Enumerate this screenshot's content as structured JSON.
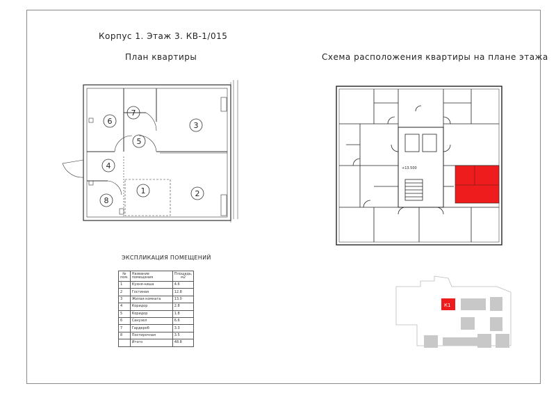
{
  "header": {
    "building": "Корпус 1. Этаж 3. КВ-1/015",
    "plan_title": "План квартиры",
    "scheme_title": "Схема расположения квартиры на плане этажа"
  },
  "rooms": [
    {
      "num": "1"
    },
    {
      "num": "2"
    },
    {
      "num": "3"
    },
    {
      "num": "4"
    },
    {
      "num": "5"
    },
    {
      "num": "6"
    },
    {
      "num": "7"
    },
    {
      "num": "8"
    }
  ],
  "explication": {
    "title": "ЭКСПЛИКАЦИЯ ПОМЕЩЕНИЙ",
    "headers": {
      "num": "№ пом.",
      "name": "Название помещения",
      "area": "Площадь, м2"
    },
    "rows": [
      {
        "num": "1",
        "name": "Кухня-ниша",
        "area": "4.6"
      },
      {
        "num": "2",
        "name": "Гостиная",
        "area": "12.8"
      },
      {
        "num": "3",
        "name": "Жилая комната",
        "area": "13.0"
      },
      {
        "num": "4",
        "name": "Коридор",
        "area": "2.8"
      },
      {
        "num": "5",
        "name": "Коридор",
        "area": "1.8"
      },
      {
        "num": "6",
        "name": "Санузел",
        "area": "6.6"
      },
      {
        "num": "7",
        "name": "Гардероб",
        "area": "3.3"
      },
      {
        "num": "8",
        "name": "Постирочная",
        "area": "3.5"
      }
    ],
    "total_label": "Итого",
    "total_area": "48.8"
  },
  "floor_plan": {
    "level_mark": "+13.500"
  },
  "site": {
    "building_label": "К1"
  },
  "colors": {
    "highlight": "#ee1c1c",
    "wall": "#222222",
    "building": "#c8c8c8"
  }
}
